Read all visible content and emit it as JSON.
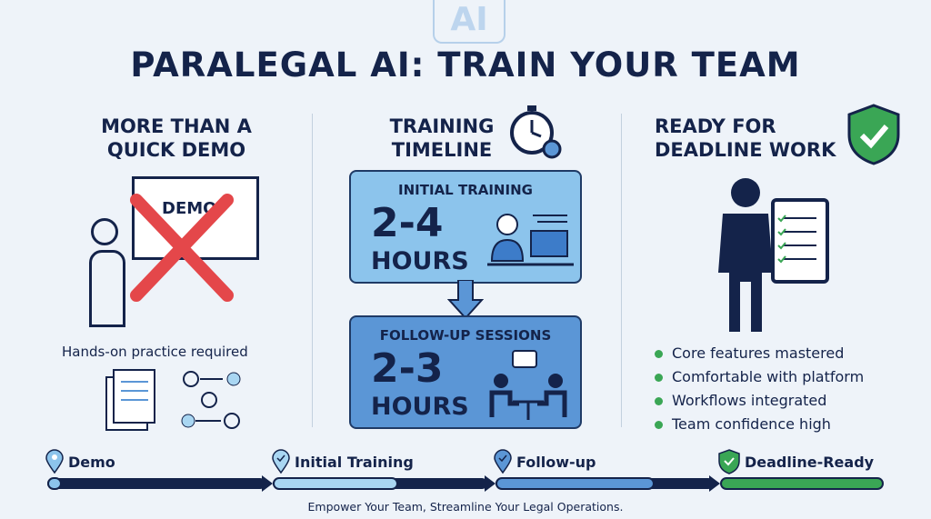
{
  "title": "PARALEGAL AI: TRAIN YOUR TEAM",
  "chip_logo": "AI",
  "left": {
    "heading_1": "MORE THAN A",
    "heading_2": "QUICK DEMO",
    "board_text": "DEMO",
    "caption": "Hands-on practice required"
  },
  "middle": {
    "heading_1": "TRAINING",
    "heading_2": "TIMELINE",
    "initial": {
      "label": "INITIAL TRAINING",
      "value": "2-4",
      "unit": "HOURS",
      "color": "#8cc4ec"
    },
    "followup": {
      "label": "FOLLOW-UP SESSIONS",
      "value": "2-3",
      "unit": "HOURS",
      "color": "#5b96d6"
    }
  },
  "right": {
    "heading_1": "READY FOR",
    "heading_2": "DEADLINE WORK",
    "bullets": [
      "Core features mastered",
      "Comfortable with platform",
      "Workflows integrated",
      "Team confidence high"
    ]
  },
  "timeline": {
    "stages": [
      {
        "label": "Demo",
        "color": "#8cc4ec"
      },
      {
        "label": "Initial Training",
        "color": "#a9d6f2"
      },
      {
        "label": "Follow-up",
        "color": "#5b96d6"
      },
      {
        "label": "Deadline-Ready",
        "color": "#3aa655"
      }
    ]
  },
  "footer": "Empower Your Team, Streamline Your Legal Operations."
}
